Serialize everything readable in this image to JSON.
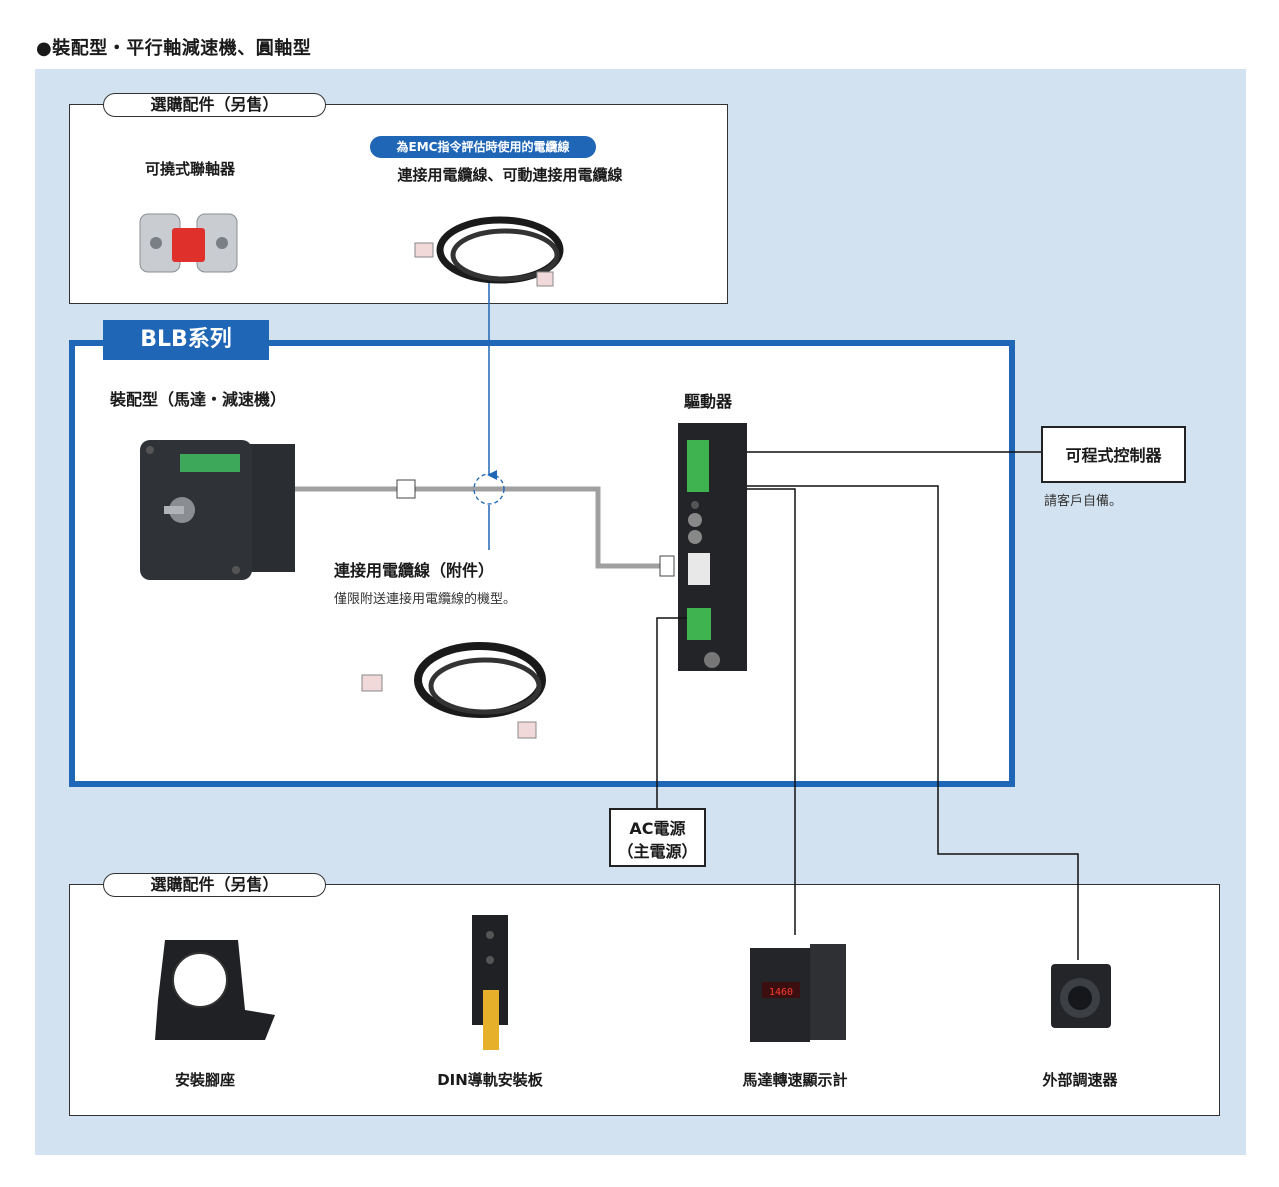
{
  "heading": "●裝配型・平行軸減速機、圓軸型",
  "top_accessories": {
    "title": "選購配件（另售）",
    "coupling_label": "可撓式聯軸器",
    "emc_badge": "為EMC指令評估時使用的電纜線",
    "cable_label": "連接用電纜線、可動連接用電纜線"
  },
  "series": {
    "tab_label": "BLB系列",
    "motor_label": "裝配型（馬達・減速機）",
    "driver_label": "驅動器",
    "included_cable_label": "連接用電纜線（附件）",
    "included_cable_note": "僅限附送連接用電纜線的機型。"
  },
  "controller": {
    "label": "可程式控制器",
    "note": "請客戶自備。"
  },
  "power": {
    "line1": "AC電源",
    "line2": "（主電源）"
  },
  "bottom_accessories": {
    "title": "選購配件（另售）",
    "items": [
      {
        "label": "安裝腳座"
      },
      {
        "label": "DIN導軌安裝板"
      },
      {
        "label": "馬達轉速顯示計"
      },
      {
        "label": "外部調速器"
      }
    ]
  },
  "colors": {
    "panel_bg": "#d3e2f0",
    "series_blue": "#1f66b6",
    "emc_blue": "#1f66b6",
    "cable_gray": "#a0a0a0"
  },
  "icons": [
    "flexible-coupling-icon",
    "cable-coil-icon",
    "motor-gearhead-icon",
    "driver-unit-icon",
    "mounting-bracket-icon",
    "din-rail-plate-icon",
    "speed-meter-icon",
    "speed-potentiometer-icon"
  ]
}
